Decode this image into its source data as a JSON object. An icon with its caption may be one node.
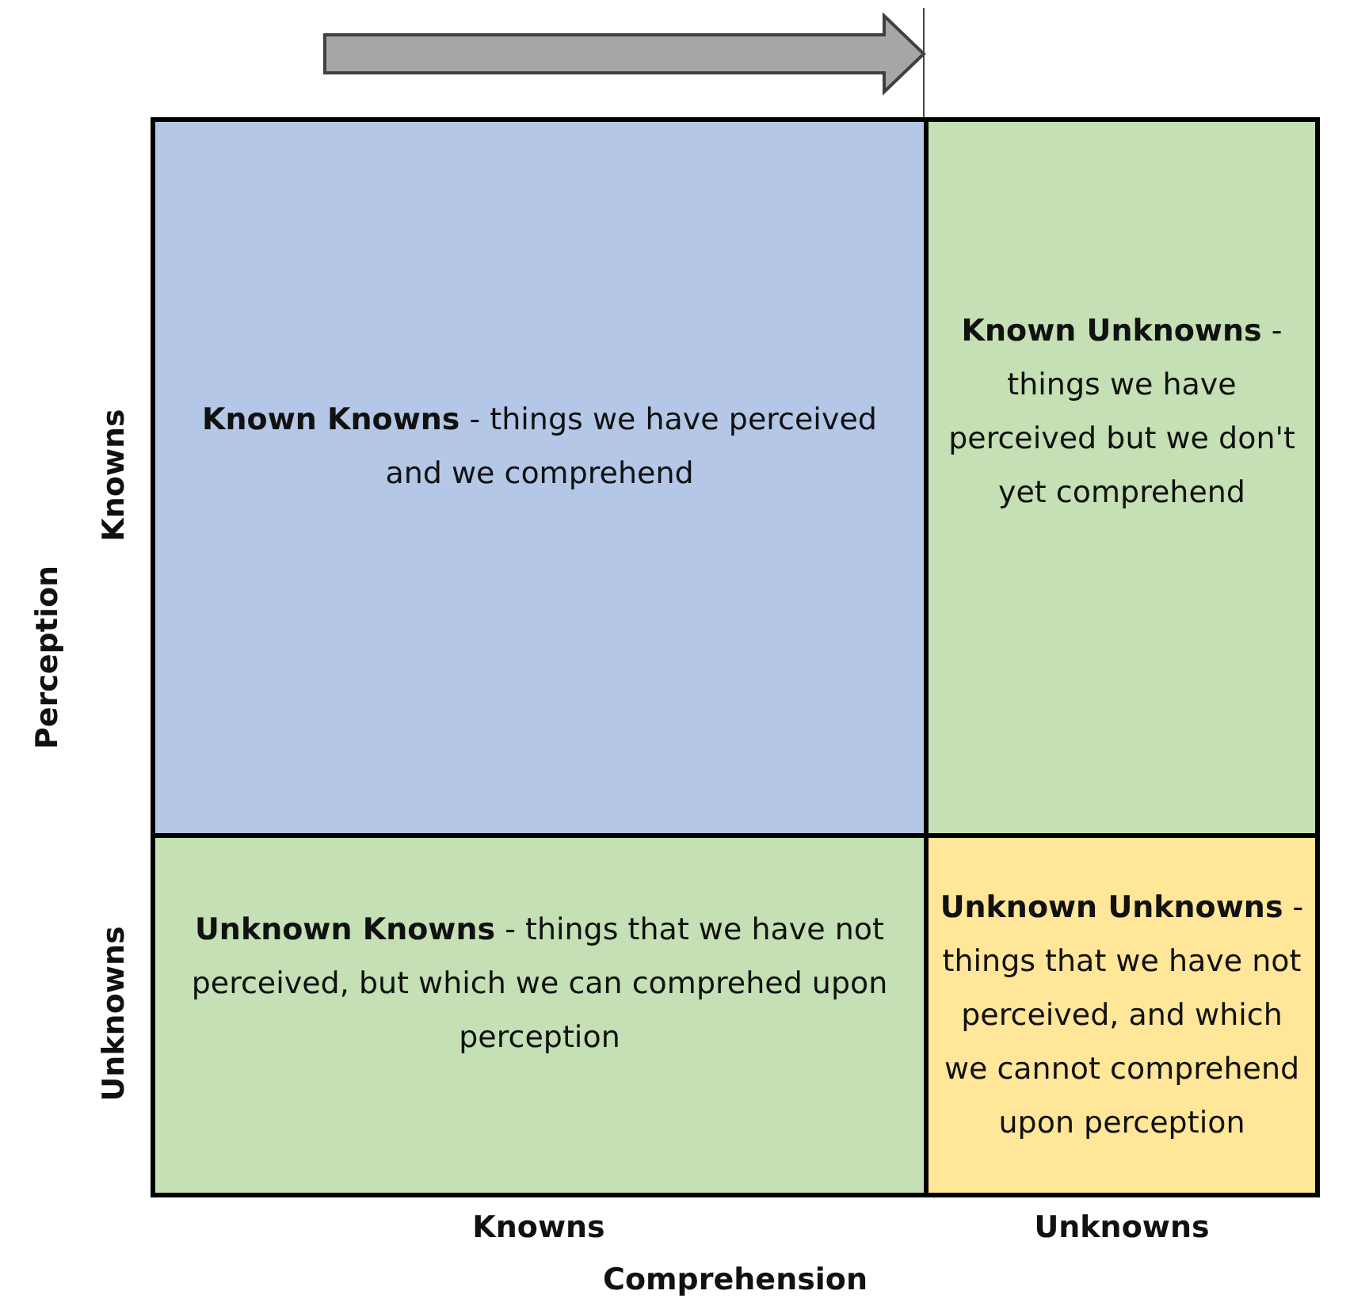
{
  "diagram": {
    "nodes": [
      {
        "text": [
          "**Known Knowns** - things we have perceived and we comprehend"
        ]
      },
      {
        "text": [
          "**Known Unknowns** - things we have perceived but we don't yet comprehend"
        ]
      },
      {
        "text": [
          "**Unknown Knowns** - things that we have not perceived, but which we can comprehed upon perception"
        ]
      },
      {
        "text": [
          "**Unknown Unknowns** - things that we have not perceived, and which we cannot comprehend upon perception"
        ]
      }
    ],
    "labels": [
      "Perception",
      "Knowns",
      "Unknowns",
      "Knowns",
      "Unknowns",
      "Comprehension"
    ]
  }
}
